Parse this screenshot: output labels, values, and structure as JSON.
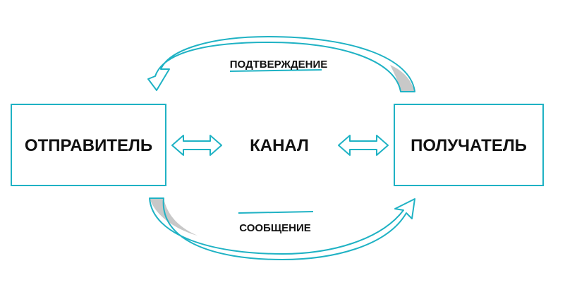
{
  "nodes": {
    "sender": "ОТПРАВИТЕЛЬ",
    "channel": "КАНАЛ",
    "receiver": "ПОЛУЧАТЕЛЬ"
  },
  "flows": {
    "top": "ПОДТВЕРЖДЕНИЕ",
    "bottom": "СООБЩЕНИЕ"
  },
  "colors": {
    "accent": "#1fb2c4",
    "shadow": "#c8c8c8",
    "text": "#111111",
    "background": "#ffffff"
  }
}
